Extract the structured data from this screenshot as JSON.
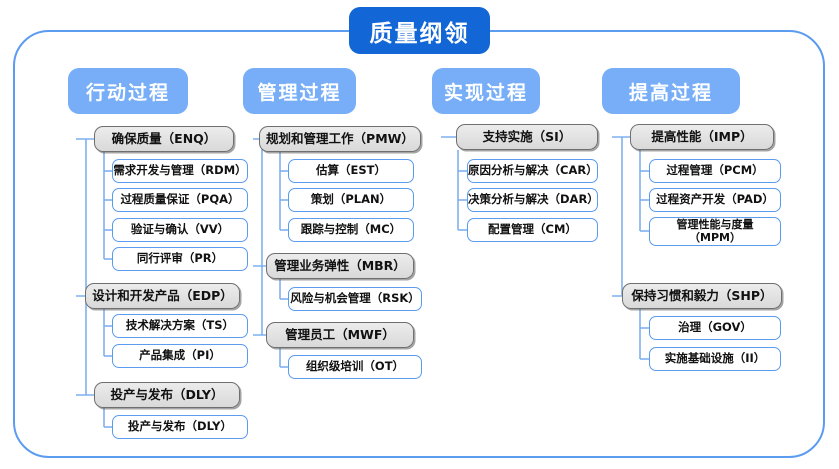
{
  "diagram": {
    "title": "质量纲领",
    "title_color": "#1366d6",
    "header_color": "#77aef7",
    "frame_color": "#5b9bf0",
    "connector_color": "#7eb0ef",
    "group_fill": "#e4e4e4",
    "leaf_fill": "#ffffff",
    "columns": [
      {
        "header": "行动过程",
        "groups": [
          {
            "label": "确保质量（ENQ）",
            "children": [
              {
                "label": "需求开发与管理（RDM）"
              },
              {
                "label": "过程质量保证（PQA）"
              },
              {
                "label": "验证与确认（VV）"
              },
              {
                "label": "同行评审（PR）"
              }
            ]
          },
          {
            "label": "设计和开发产品（EDP）",
            "children": [
              {
                "label": "技术解决方案（TS）"
              },
              {
                "label": "产品集成（PI）"
              }
            ]
          },
          {
            "label": "投产与发布（DLY）",
            "children": [
              {
                "label": "投产与发布（DLY）"
              }
            ]
          }
        ]
      },
      {
        "header": "管理过程",
        "groups": [
          {
            "label": "规划和管理工作（PMW）",
            "children": [
              {
                "label": "估算（EST）"
              },
              {
                "label": "策划（PLAN）"
              },
              {
                "label": "跟踪与控制（MC）"
              }
            ]
          },
          {
            "label": "管理业务弹性（MBR）",
            "children": [
              {
                "label": "风险与机会管理（RSK）"
              }
            ]
          },
          {
            "label": "管理员工（MWF）",
            "children": [
              {
                "label": "组织级培训（OT）"
              }
            ]
          }
        ]
      },
      {
        "header": "实现过程",
        "groups": [
          {
            "label": "支持实施（SI）",
            "children": [
              {
                "label": "原因分析与解决（CAR）"
              },
              {
                "label": "决策分析与解决（DAR）"
              },
              {
                "label": "配置管理（CM）"
              }
            ]
          }
        ]
      },
      {
        "header": "提高过程",
        "groups": [
          {
            "label": "提高性能（IMP）",
            "children": [
              {
                "label": "过程管理（PCM）"
              },
              {
                "label": "过程资产开发（PAD）"
              },
              {
                "label": "管理性能与度量\n（MPM）"
              }
            ]
          },
          {
            "label": "保持习惯和毅力（SHP）",
            "children": [
              {
                "label": "治理（GOV）"
              },
              {
                "label": "实施基础设施（II）"
              }
            ]
          }
        ]
      }
    ]
  }
}
